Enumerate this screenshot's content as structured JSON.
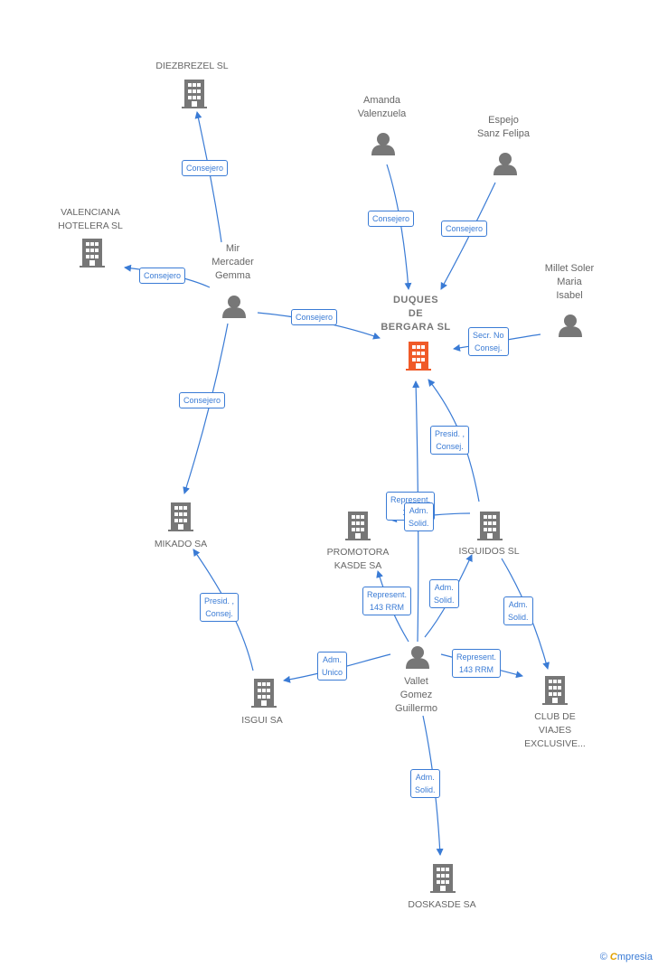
{
  "colors": {
    "node": "#777777",
    "focus": "#f05a28",
    "edge": "#3a7bd5"
  },
  "nodes": {
    "diezbrezel": {
      "label": "DIEZBREZEL SL",
      "kind": "company-icon"
    },
    "valenciana": {
      "label": "VALENCIANA\nHOTELERA SL",
      "kind": "company-icon"
    },
    "mir": {
      "label": "Mir\nMercader\nGemma",
      "kind": "person-icon"
    },
    "amanda": {
      "label": "Amanda\nValenzuela",
      "kind": "person-icon"
    },
    "espejo": {
      "label": "Espejo\nSanz Felipa",
      "kind": "person-icon"
    },
    "duques": {
      "label": "DUQUES\nDE\nBERGARA SL",
      "kind": "company-icon"
    },
    "millet": {
      "label": "Millet Soler\nMaria\nIsabel",
      "kind": "person-icon"
    },
    "mikado": {
      "label": "MIKADO SA",
      "kind": "company-icon"
    },
    "promotora": {
      "label": "PROMOTORA\nKASDE SA",
      "kind": "company-icon"
    },
    "isguidos": {
      "label": "ISGUIDOS SL",
      "kind": "company-icon"
    },
    "vallet": {
      "label": "Vallet\nGomez\nGuillermo",
      "kind": "person-icon"
    },
    "isgui": {
      "label": "ISGUI SA",
      "kind": "company-icon"
    },
    "club": {
      "label": "CLUB DE\nVIAJES\nEXCLUSIVE...",
      "kind": "company-icon"
    },
    "doskasde": {
      "label": "DOSKASDE SA",
      "kind": "company-icon"
    }
  },
  "edges": {
    "mir_diezbrezel": "Consejero",
    "mir_valenciana": "Consejero",
    "mir_duques": "Consejero",
    "mir_mikado": "Consejero",
    "amanda_duques": "Consejero",
    "espejo_duques": "Consejero",
    "millet_duques": "Secr.  No\nConsej.",
    "isguidos_duques": "Presid. ,\nConsej.",
    "vallet_promotora_back": "Represent.\n14...",
    "vallet_duques": "Adm.\nSolid.",
    "vallet_promotora": "Represent.\n143 RRM",
    "vallet_isguidos": "Adm.\nSolid.",
    "isguidos_club": "Adm.\nSolid.",
    "vallet_isgui": "Adm.\nUnico",
    "vallet_club": "Represent.\n143 RRM",
    "isgui_mikado": "Presid. ,\nConsej.",
    "vallet_doskasde": "Adm.\nSolid."
  },
  "footer": {
    "copyright": "©",
    "brand_initial": "C",
    "brand_rest": "mpresia"
  }
}
